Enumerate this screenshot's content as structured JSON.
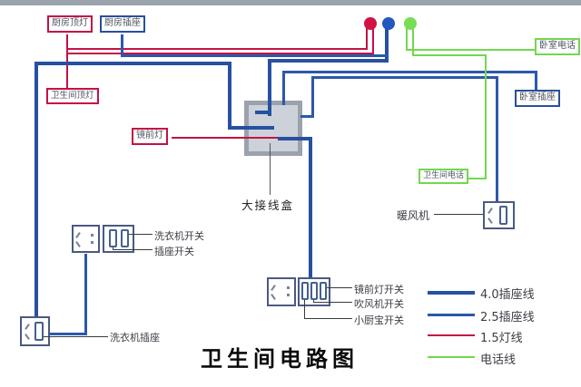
{
  "title": "卫生间电路图",
  "labels": {
    "kitchen_light": "厨房顶灯",
    "kitchen_socket": "厨房插座",
    "bath_light": "卫生间顶灯",
    "mirror_light": "镜前灯",
    "bedroom_phone": "卧室电话",
    "bedroom_socket": "卧室插座",
    "bath_phone": "卫生间电话",
    "junction_box": "大接线盒",
    "fan_heater": "暖风机",
    "washer_switch": "洗衣机开关",
    "socket_switch": "插座开关",
    "washer_socket": "洗衣机插座",
    "mirror_light_switch": "镜前灯开关",
    "hair_dryer_switch": "吹风机开关",
    "water_heater_switch": "小厨宝开关"
  },
  "legend": {
    "items": [
      {
        "label": "4.0插座线",
        "color": "#2750a0",
        "thickness": "thick"
      },
      {
        "label": "2.5插座线",
        "color": "#2b58aa",
        "thickness": "thin"
      },
      {
        "label": "1.5灯线",
        "color": "#c41245",
        "thickness": "thin"
      },
      {
        "label": "电话线",
        "color": "#70d94e",
        "thickness": "thin"
      }
    ]
  },
  "colors": {
    "socket_line_40": "#2750a0",
    "socket_line_25": "#2b58aa",
    "light_line_15": "#c41245",
    "phone_line": "#70d94e",
    "ceiling_bar": "#9aa2ac",
    "junction_box_fill": "#cdd2da",
    "junction_box_border": "#9ba2ad",
    "feed_dot_light": "#d01245",
    "feed_dot_socket": "#2456c0",
    "feed_dot_phone": "#77dd55"
  }
}
